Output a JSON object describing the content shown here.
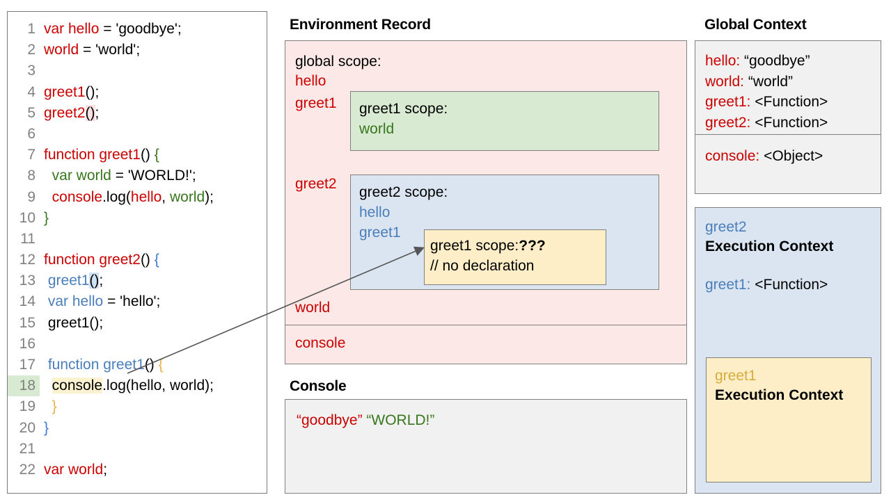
{
  "code": {
    "lines": [
      {
        "n": "1",
        "segments": [
          {
            "t": "var hello",
            "c": "t-dred"
          },
          {
            "t": " = 'goodbye';",
            "c": "t-black"
          }
        ]
      },
      {
        "n": "2",
        "segments": [
          {
            "t": "world",
            "c": "t-dred"
          },
          {
            "t": " = 'world';",
            "c": "t-black"
          }
        ]
      },
      {
        "n": "3",
        "segments": []
      },
      {
        "n": "4",
        "segments": [
          {
            "t": "greet1",
            "c": "t-dred"
          },
          {
            "t": "();",
            "c": "t-black"
          }
        ]
      },
      {
        "n": "5",
        "segments": [
          {
            "t": "greet2",
            "c": "t-dred"
          },
          {
            "t": "()",
            "c": "t-black hl-pink"
          },
          {
            "t": ";",
            "c": "t-black"
          }
        ]
      },
      {
        "n": "6",
        "segments": []
      },
      {
        "n": "7",
        "segments": [
          {
            "t": "function greet1",
            "c": "t-dred"
          },
          {
            "t": "() ",
            "c": "t-black"
          },
          {
            "t": "{",
            "c": "t-green"
          }
        ]
      },
      {
        "n": "8",
        "segments": [
          {
            "t": "  ",
            "c": "t-black"
          },
          {
            "t": "var world",
            "c": "t-green"
          },
          {
            "t": " = 'WORLD!';",
            "c": "t-black"
          }
        ]
      },
      {
        "n": "9",
        "segments": [
          {
            "t": "  ",
            "c": "t-black"
          },
          {
            "t": "console",
            "c": "t-dred"
          },
          {
            "t": ".log(",
            "c": "t-black"
          },
          {
            "t": "hello",
            "c": "t-dred"
          },
          {
            "t": ", ",
            "c": "t-black"
          },
          {
            "t": "world",
            "c": "t-green"
          },
          {
            "t": ");",
            "c": "t-black"
          }
        ]
      },
      {
        "n": "10",
        "segments": [
          {
            "t": "}",
            "c": "t-green"
          }
        ]
      },
      {
        "n": "11",
        "segments": []
      },
      {
        "n": "12",
        "segments": [
          {
            "t": "function greet2",
            "c": "t-dred"
          },
          {
            "t": "() ",
            "c": "t-black"
          },
          {
            "t": "{",
            "c": "t-blue2"
          }
        ]
      },
      {
        "n": "13",
        "segments": [
          {
            "t": " ",
            "c": "t-black"
          },
          {
            "t": "greet1",
            "c": "t-blue"
          },
          {
            "t": "()",
            "c": "t-black hl-blue"
          },
          {
            "t": ";",
            "c": "t-black"
          }
        ]
      },
      {
        "n": "14",
        "segments": [
          {
            "t": " ",
            "c": "t-black"
          },
          {
            "t": "var hello",
            "c": "t-blue"
          },
          {
            "t": " = 'hello';",
            "c": "t-black"
          }
        ]
      },
      {
        "n": "15",
        "segments": [
          {
            "t": " greet1();",
            "c": "t-black"
          }
        ]
      },
      {
        "n": "16",
        "segments": []
      },
      {
        "n": "17",
        "segments": [
          {
            "t": " ",
            "c": "t-black"
          },
          {
            "t": "function greet1",
            "c": "t-blue"
          },
          {
            "t": "() ",
            "c": "t-black"
          },
          {
            "t": "{",
            "c": "t-gold"
          }
        ]
      },
      {
        "n": "18",
        "segments": [
          {
            "t": "  ",
            "c": "t-black"
          },
          {
            "t": "console",
            "c": "t-black hl-yel"
          },
          {
            "t": ".log(hello, world);",
            "c": "t-black"
          }
        ],
        "lnhl": true
      },
      {
        "n": "19",
        "segments": [
          {
            "t": "  ",
            "c": "t-black"
          },
          {
            "t": "}",
            "c": "t-gold"
          }
        ]
      },
      {
        "n": "20",
        "segments": [
          {
            "t": "}",
            "c": "t-blue2"
          }
        ]
      },
      {
        "n": "21",
        "segments": []
      },
      {
        "n": "22",
        "segments": [
          {
            "t": "var world",
            "c": "t-dred"
          },
          {
            "t": ";",
            "c": "t-black"
          }
        ]
      }
    ]
  },
  "environment_record": {
    "title": "Environment Record",
    "global_scope_label": "global scope:",
    "global_vars": [
      "hello",
      "greet1",
      "greet2",
      "world"
    ],
    "console_binding": "console",
    "greet1_scope": {
      "header": "greet1 scope:",
      "vars": [
        "world"
      ]
    },
    "greet2_scope": {
      "header": "greet2 scope:",
      "vars": [
        "hello",
        "greet1"
      ],
      "inner": {
        "header": "greet1 scope:",
        "marker": "???",
        "comment": "// no declaration"
      }
    }
  },
  "console": {
    "title": "Console",
    "output": [
      {
        "text": "“goodbye”",
        "color": "t-dred"
      },
      {
        "text": "“WORLD!”",
        "color": "t-green"
      }
    ]
  },
  "global_context": {
    "title": "Global Context",
    "bindings": [
      {
        "name": "hello:",
        "value": "“goodbye”"
      },
      {
        "name": "world:",
        "value": "“world”"
      },
      {
        "name": "greet1:",
        "value": "<Function>"
      },
      {
        "name": "greet2:",
        "value": "<Function>"
      }
    ],
    "console_binding": {
      "name": "console:",
      "value": "<Object>"
    }
  },
  "execution_contexts": {
    "greet2": {
      "name": "greet2",
      "label": "Execution Context",
      "bindings": [
        {
          "name": "greet1:",
          "value": "<Function>"
        }
      ]
    },
    "greet1": {
      "name": "greet1",
      "label": "Execution Context"
    }
  },
  "colors": {
    "red": "#c00000",
    "green": "#38761d",
    "blue": "#4a7ebb",
    "gold": "#d6ad3c",
    "pink_panel": "#fce8e6",
    "green_panel": "#d9ead3",
    "blue_panel": "#dbe5f1",
    "yellow_panel": "#fdeec8",
    "grey_panel": "#f1f1f1",
    "border": "#808080"
  }
}
